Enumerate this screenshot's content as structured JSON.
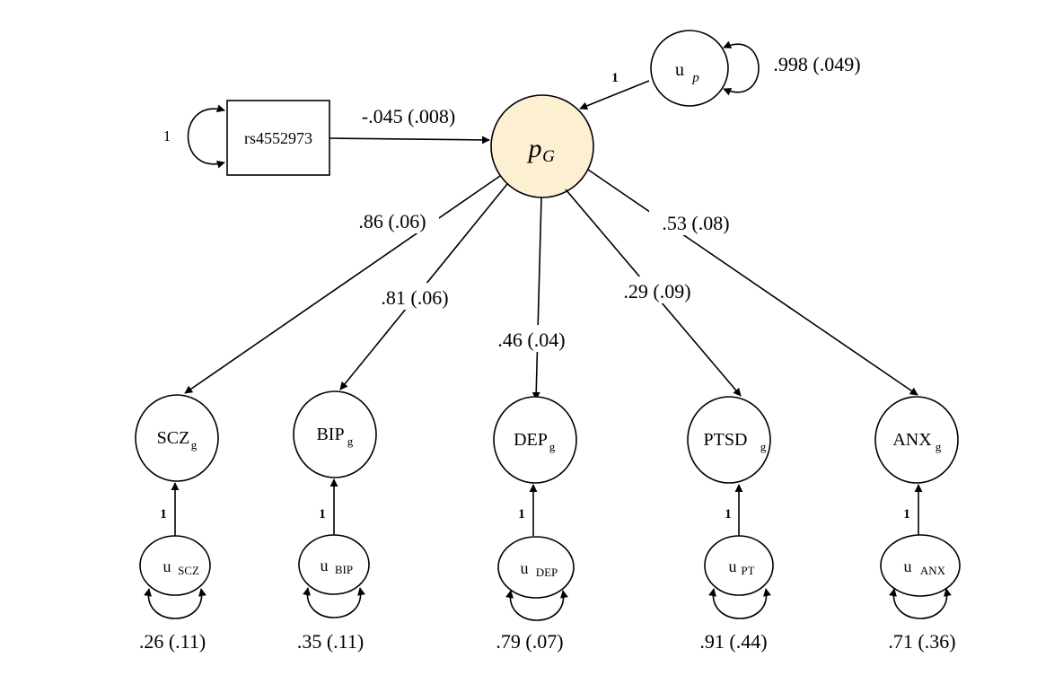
{
  "nodes": {
    "snp": {
      "label": "rs4552973"
    },
    "pg": {
      "main": "p",
      "sub": "G",
      "fill": "#fdf0d2"
    },
    "up": {
      "main": "u",
      "sub": "p"
    },
    "indicators": [
      {
        "main": "SCZ",
        "sub": "g"
      },
      {
        "main": "BIP",
        "sub": "g"
      },
      {
        "main": "DEP",
        "sub": "g"
      },
      {
        "main": "PTSD",
        "sub": "g"
      },
      {
        "main": "ANX",
        "sub": "g"
      }
    ],
    "residuals": [
      {
        "main": "u",
        "sub": "SCZ"
      },
      {
        "main": "u",
        "sub": "BIP"
      },
      {
        "main": "u",
        "sub": "DEP"
      },
      {
        "main": "u",
        "sub": "PT"
      },
      {
        "main": "u",
        "sub": "ANX"
      }
    ]
  },
  "labels": {
    "snp_var": "1",
    "snp_path": "-.045 (.008)",
    "up_path": "1",
    "up_var": ".998 (.049)",
    "loadings": [
      ".86 (.06)",
      ".81 (.06)",
      ".46 (.04)",
      ".29 (.09)",
      ".53 (.08)"
    ],
    "residual_paths": [
      "1",
      "1",
      "1",
      "1",
      "1"
    ],
    "residual_vars": [
      ".26 (.11)",
      ".35 (.11)",
      ".79 (.07)",
      ".91 (.44)",
      ".71 (.36)"
    ]
  }
}
